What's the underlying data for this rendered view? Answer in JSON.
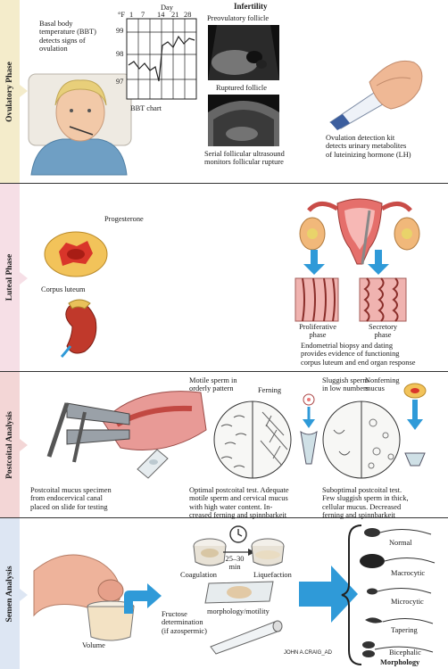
{
  "title": "Infertility",
  "sections": {
    "ovulatory": "Ovulatory Phase",
    "luteal": "Luteal Phase",
    "postcoital": "Postcoital Analysis",
    "semen": "Semen Analysis"
  },
  "ovulatory": {
    "bbt_caption": [
      "Basal body",
      "temperature (BBT)",
      "detects signs of",
      "ovulation"
    ],
    "chart": {
      "unit": "°F",
      "day_label": "Day",
      "days": [
        "1",
        "7",
        "14",
        "21",
        "28"
      ],
      "temps": [
        "99",
        "98",
        "97"
      ],
      "label": "BBT chart"
    },
    "preovulatory": "Preovulatory follicle",
    "ruptured": "Ruptured follicle",
    "ultrasound_caption": [
      "Serial follicular ultrasound",
      "monitors follicular rupture"
    ],
    "kit_caption": [
      "Ovulation detection kit",
      "detects urinary metabolites",
      "of luteinizing hormone (LH)"
    ]
  },
  "luteal": {
    "progesterone": "Progesterone",
    "corpus_luteum": "Corpus luteum",
    "proliferative": [
      "Proliferative",
      "phase"
    ],
    "secretory": [
      "Secretory",
      "phase"
    ],
    "biopsy_caption": [
      "Endometrial biopsy and dating",
      "provides  evidence of functioning",
      "corpus luteum and end organ response"
    ]
  },
  "postcoital": {
    "specimen_caption": [
      "Postcoital mucus specimen",
      "from endocervical canal",
      "placed on slide for testing"
    ],
    "motile": [
      "Motile sperm in",
      "orderly pattern"
    ],
    "ferning": "Ferning",
    "sluggish": [
      "Sluggish sperm",
      "in low numbers"
    ],
    "nonferning": [
      "Nonferning",
      "mucus"
    ],
    "optimal_caption": [
      "Optimal postcoital test.  Adequate",
      "motile sperm and cervical mucus",
      "with high water content.  In-",
      "creased ferning and spinnbarkeit"
    ],
    "suboptimal_caption": [
      "Suboptimal postcoital test.",
      "Few sluggish sperm in thick,",
      "cellular mucus.  Decreased",
      "ferning and spinnbarkeit"
    ]
  },
  "semen": {
    "time": [
      "25–30",
      "min"
    ],
    "coagulation": "Coagulation",
    "liquefaction": "Liquefaction",
    "morph_motility": "morphology/motility",
    "volume": "Volume",
    "fructose": [
      "Fructose",
      "determination",
      "(if azospermic)"
    ],
    "signature": "JOHN A.CRAIG_AD",
    "morph_types": [
      "Normal",
      "Macrocytic",
      "Microcytic",
      "Tapering",
      "Bicephalic"
    ],
    "morphology": "Morphology"
  },
  "colors": {
    "arrow_blue": "#2f9ad8",
    "ovulatory_bg": "#f4eccb",
    "luteal_bg": "#f6dfe6",
    "postcoital_bg": "#f3d6d6",
    "semen_bg": "#dde6f3"
  }
}
